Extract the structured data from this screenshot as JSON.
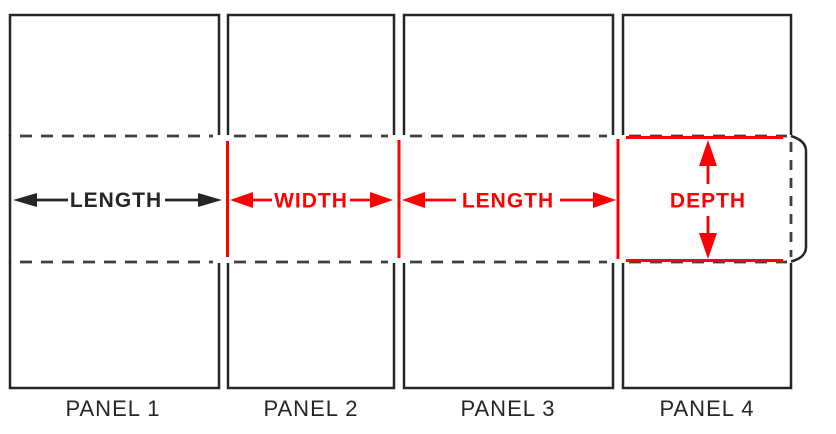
{
  "colors": {
    "background": "#ffffff",
    "cut_line": "#262626",
    "fold_line": "#3f3f3f",
    "dimension_red": "#ff0000"
  },
  "panels": [
    {
      "label": "PANEL 1",
      "dimension_label": "LENGTH",
      "dimension_color": "black",
      "dimension_axis": "horizontal"
    },
    {
      "label": "PANEL 2",
      "dimension_label": "WIDTH",
      "dimension_color": "red",
      "dimension_axis": "horizontal"
    },
    {
      "label": "PANEL 3",
      "dimension_label": "LENGTH",
      "dimension_color": "red",
      "dimension_axis": "horizontal"
    },
    {
      "label": "PANEL 4",
      "dimension_label": "DEPTH",
      "dimension_color": "red",
      "dimension_axis": "vertical"
    }
  ]
}
